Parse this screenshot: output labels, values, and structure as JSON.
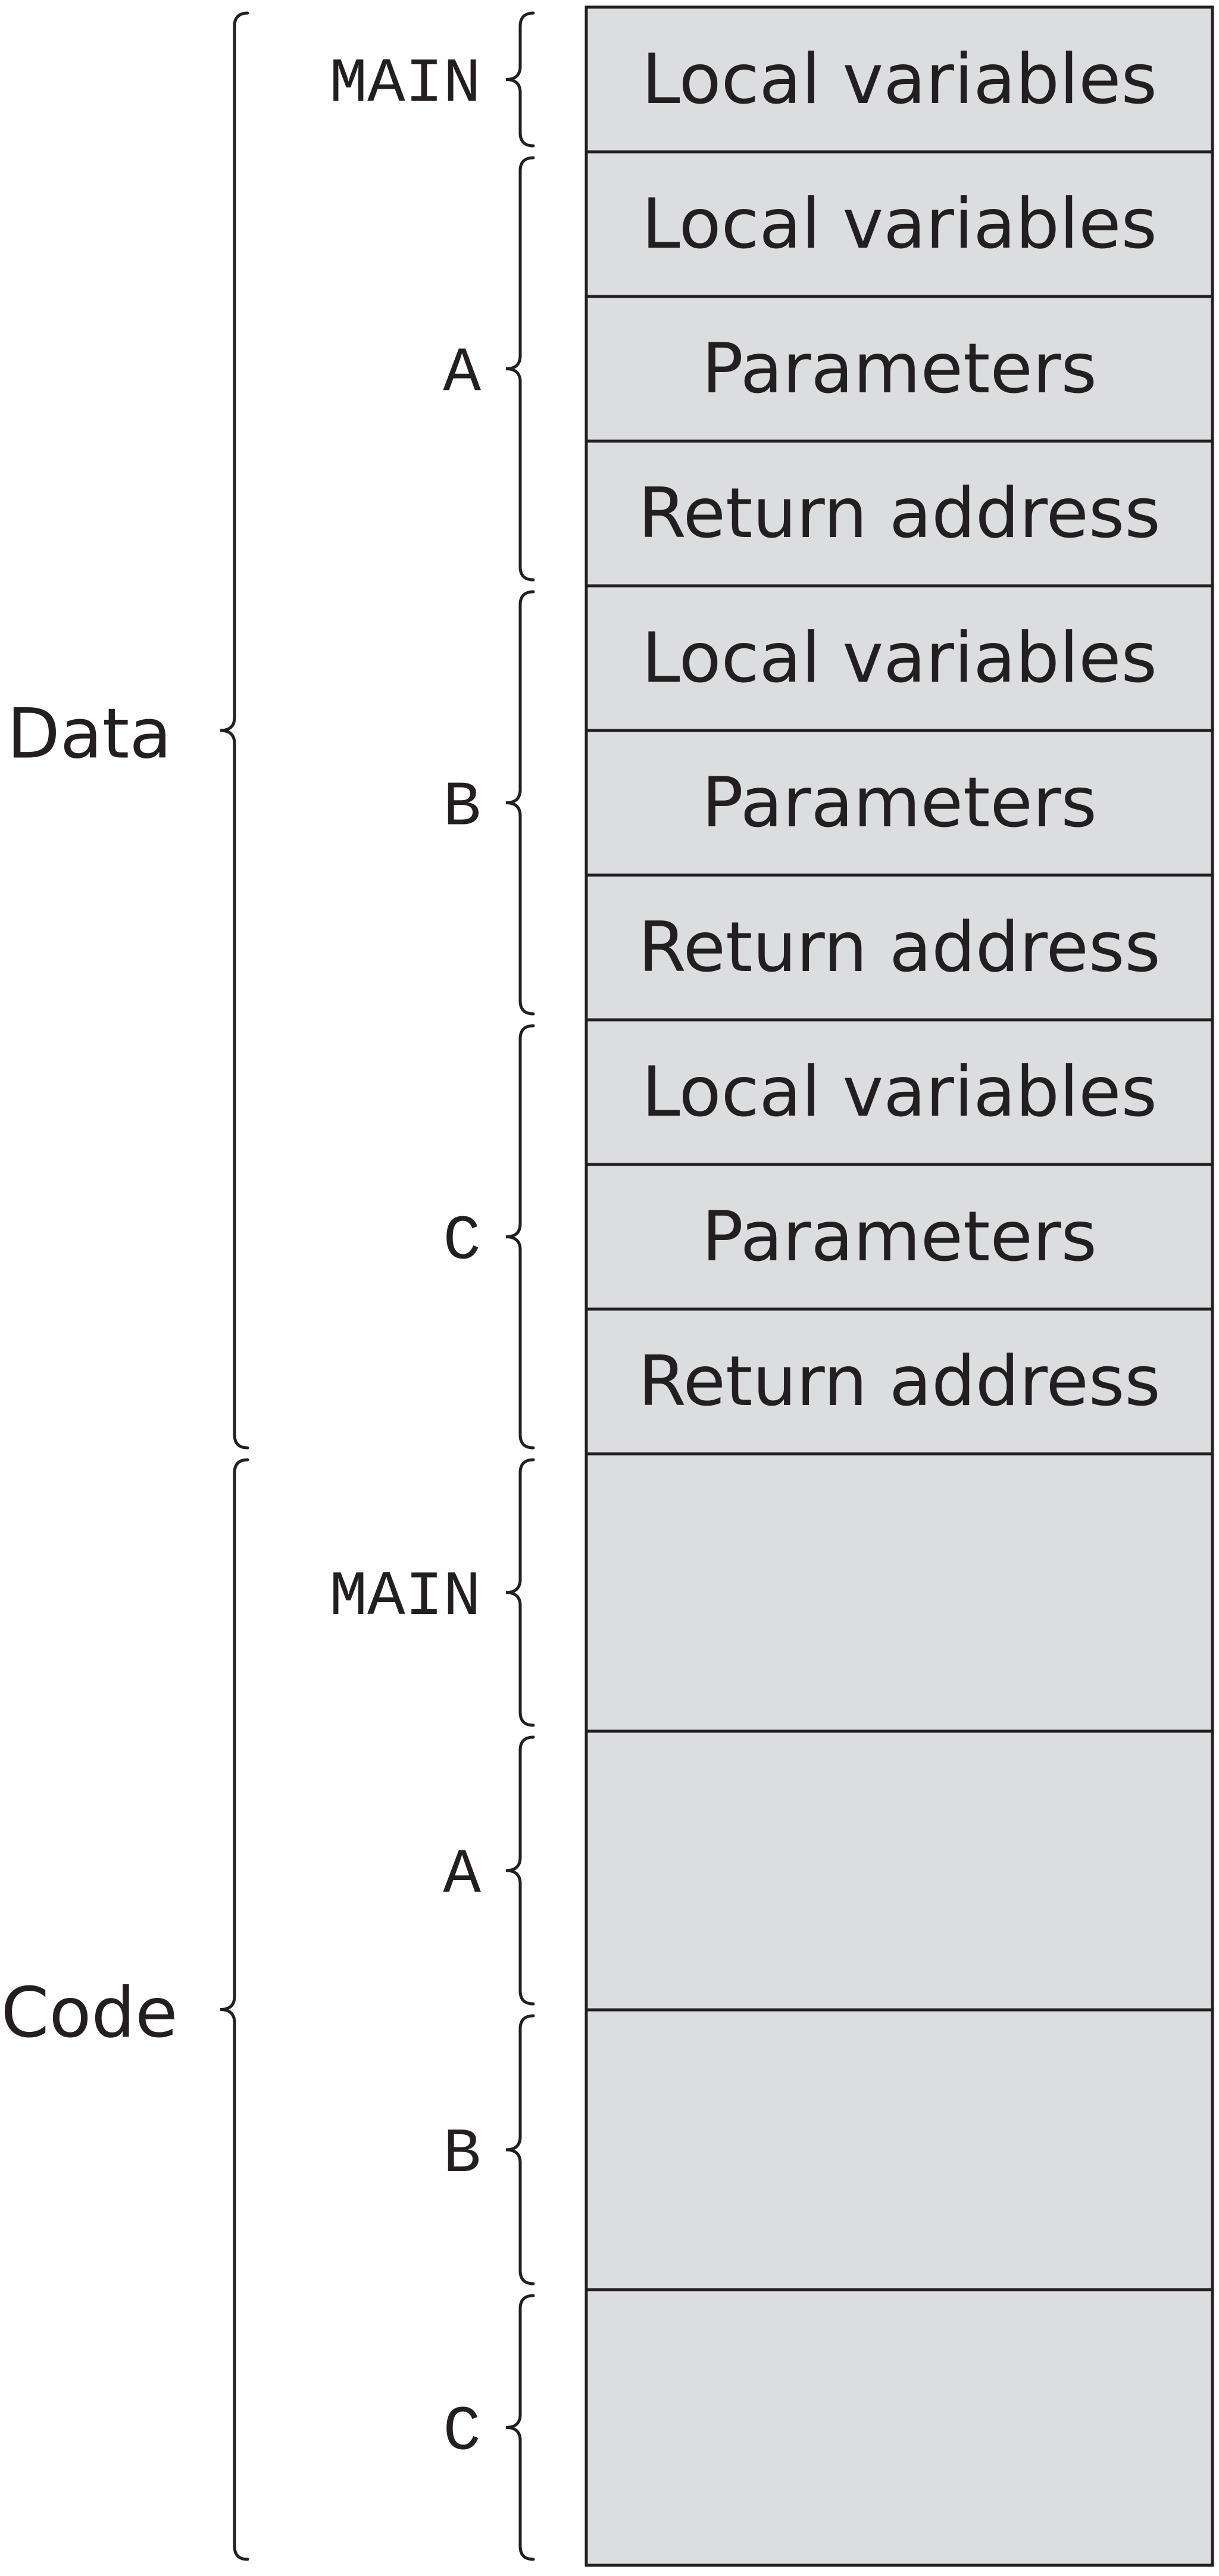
{
  "sections": [
    {
      "label": "Data",
      "routines": [
        {
          "label": "MAIN",
          "cells": [
            "Local variables"
          ]
        },
        {
          "label": "A",
          "cells": [
            "Local variables",
            "Parameters",
            "Return address"
          ]
        },
        {
          "label": "B",
          "cells": [
            "Local variables",
            "Parameters",
            "Return address"
          ]
        },
        {
          "label": "C",
          "cells": [
            "Local variables",
            "Parameters",
            "Return address"
          ]
        }
      ]
    },
    {
      "label": "Code",
      "routines": [
        {
          "label": "MAIN",
          "cells": [
            ""
          ]
        },
        {
          "label": "A",
          "cells": [
            ""
          ]
        },
        {
          "label": "B",
          "cells": [
            ""
          ]
        },
        {
          "label": "C",
          "cells": [
            ""
          ]
        }
      ]
    }
  ],
  "colors": {
    "cell_fill": "#dcdddf",
    "stroke": "#231f20",
    "text": "#231f20"
  }
}
